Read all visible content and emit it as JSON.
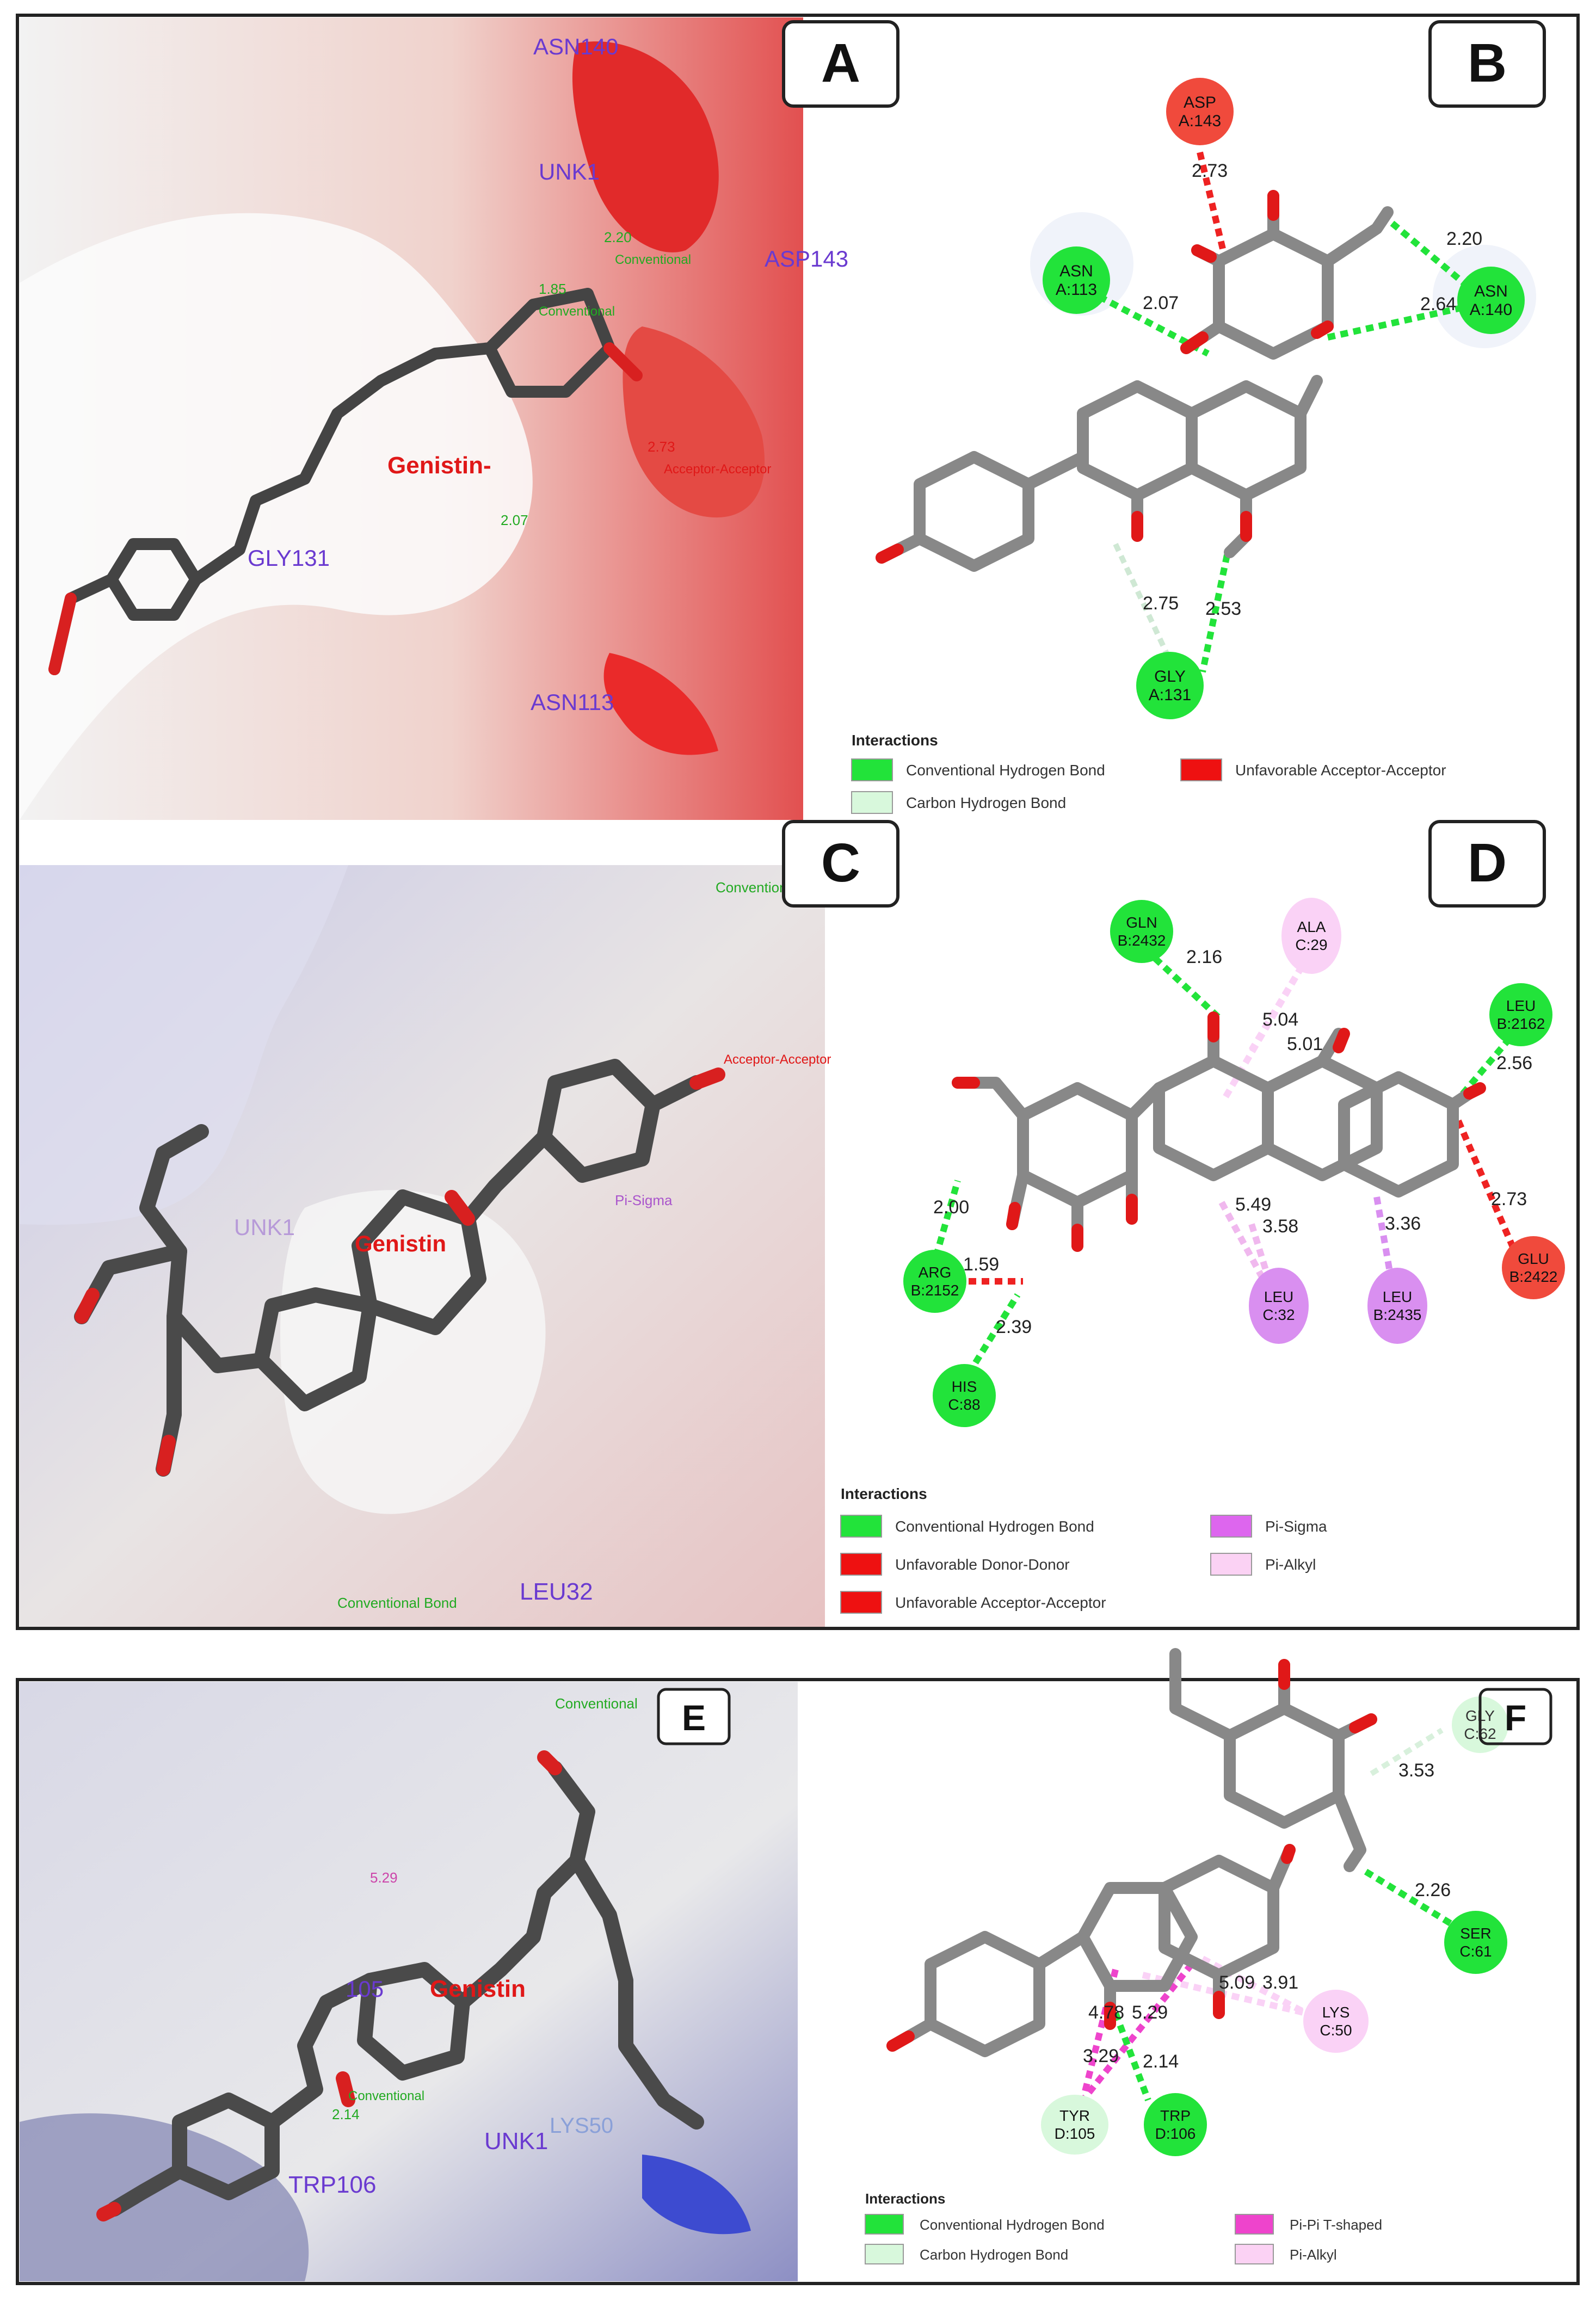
{
  "panels": {
    "A": {
      "letter": "A",
      "residues": [
        "ASN140",
        "UNK1",
        "ASP143",
        "GLY131",
        "ASN113"
      ],
      "ligand": "Genistin-",
      "notes": [
        "2.20",
        "Conventional",
        "1.85",
        "Conventional",
        "2.07",
        "2.73",
        "Acceptor-Acceptor"
      ]
    },
    "B": {
      "letter": "B",
      "residues": [
        {
          "name": "ASP",
          "chain": "A:143",
          "type": "unfavorable"
        },
        {
          "name": "ASN",
          "chain": "A:113",
          "type": "conventional"
        },
        {
          "name": "ASN",
          "chain": "A:140",
          "type": "conventional"
        },
        {
          "name": "GLY",
          "chain": "A:131",
          "type": "conventional"
        }
      ],
      "distances": [
        "2.73",
        "2.20",
        "2.07",
        "2.64",
        "2.75",
        "2.53"
      ],
      "legend": {
        "title": "Interactions",
        "items": [
          {
            "label": "Conventional Hydrogen Bond",
            "color": "#22e33a"
          },
          {
            "label": "Carbon Hydrogen Bond",
            "color": "#d8f8dc"
          },
          {
            "label": "Unfavorable Acceptor-Acceptor",
            "color": "#ee1111"
          }
        ]
      }
    },
    "C": {
      "letter": "C",
      "residues": [
        "UNK1",
        "LEU32"
      ],
      "ligand": "Genistin",
      "notes": [
        "Conventional",
        "Pi-Sigma",
        "Acceptor-Acceptor",
        "Conventional Bond"
      ]
    },
    "D": {
      "letter": "D",
      "residues": [
        {
          "name": "GLN",
          "chain": "B:2432",
          "type": "conventional"
        },
        {
          "name": "ALA",
          "chain": "C:29",
          "type": "pialkyl"
        },
        {
          "name": "LEU",
          "chain": "B:2162",
          "type": "conventional"
        },
        {
          "name": "ARG",
          "chain": "B:2152",
          "type": "conventional"
        },
        {
          "name": "HIS",
          "chain": "C:88",
          "type": "conventional"
        },
        {
          "name": "LEU",
          "chain": "C:32",
          "type": "pisigma"
        },
        {
          "name": "LEU",
          "chain": "B:2435",
          "type": "pisigma"
        },
        {
          "name": "GLU",
          "chain": "B:2422",
          "type": "unfavorable"
        }
      ],
      "distances": [
        "2.16",
        "5.04",
        "5.01",
        "2.56",
        "2.00",
        "1.59",
        "2.39",
        "5.49",
        "3.58",
        "3.36",
        "2.73"
      ],
      "legend": {
        "title": "Interactions",
        "items": [
          {
            "label": "Conventional Hydrogen Bond",
            "color": "#22e33a"
          },
          {
            "label": "Unfavorable Donor-Donor",
            "color": "#ee1111"
          },
          {
            "label": "Unfavorable Acceptor-Acceptor",
            "color": "#ee1111"
          },
          {
            "label": "Pi-Sigma",
            "color": "#dd66ee"
          },
          {
            "label": "Pi-Alkyl",
            "color": "#fbd2f4"
          }
        ]
      }
    },
    "E": {
      "letter": "E",
      "residues": [
        "TRP106",
        "UNK1",
        "LYS50",
        "105"
      ],
      "ligand": "Genistin",
      "notes": [
        "Conventional",
        "5.29",
        "Conventional",
        "2.14"
      ]
    },
    "F": {
      "letter": "F",
      "residues": [
        {
          "name": "GLY",
          "chain": "C:62",
          "type": "carbon"
        },
        {
          "name": "SER",
          "chain": "C:61",
          "type": "conventional"
        },
        {
          "name": "LYS",
          "chain": "C:50",
          "type": "pialkyl"
        },
        {
          "name": "TYR",
          "chain": "D:105",
          "type": "carbon"
        },
        {
          "name": "TRP",
          "chain": "D:106",
          "type": "conventional"
        }
      ],
      "distances": [
        "3.53",
        "2.26",
        "5.09",
        "3.91",
        "4.78",
        "5.29",
        "3.29",
        "2.14"
      ],
      "legend": {
        "title": "Interactions",
        "items": [
          {
            "label": "Conventional Hydrogen Bond",
            "color": "#22e33a"
          },
          {
            "label": "Carbon Hydrogen Bond",
            "color": "#d8f8dc"
          },
          {
            "label": "Pi-Pi T-shaped",
            "color": "#ee44cc"
          },
          {
            "label": "Pi-Alkyl",
            "color": "#fbd2f4"
          }
        ]
      }
    }
  },
  "colors": {
    "conventional": "#22e33a",
    "carbon": "#d8f8dc",
    "unfavorable": "#f04a3c",
    "pisigma": "#d98ff0",
    "pialkyl": "#fad2f6",
    "bond": "#888888",
    "oxygen": "#e01818"
  }
}
